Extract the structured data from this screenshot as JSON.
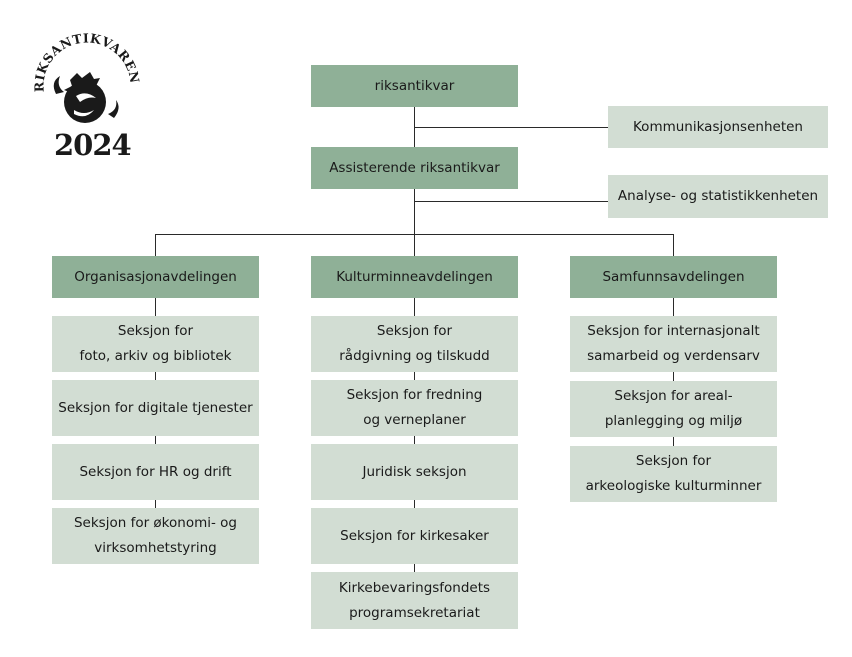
{
  "logo": {
    "wordmark": "RIKSANTIKVAREN",
    "year": "2024",
    "emblem": "lion-emblem-icon"
  },
  "org": {
    "top": "riksantikvar",
    "assistant": "Assisterende riksantikvar",
    "staff": [
      "Kommunikasjonsenheten",
      "Analyse- og statistikkenheten"
    ],
    "departments": [
      {
        "name": "Organisasjonavdelingen",
        "sections": [
          "Seksjon for\nfoto, arkiv og bibliotek",
          "Seksjon for digitale tjenester",
          "Seksjon for HR og drift",
          "Seksjon for økonomi- og\nvirksomhetstyring"
        ]
      },
      {
        "name": "Kulturminneavdelingen",
        "sections": [
          "Seksjon for\nrådgivning og tilskudd",
          "Seksjon for fredning\nog verneplaner",
          "Juridisk seksjon",
          "Seksjon for kirkesaker",
          "Kirkebevaringsfondets\nprogramsekretariat"
        ]
      },
      {
        "name": "Samfunnsavdelingen",
        "sections": [
          "Seksjon for internasjonalt\nsamarbeid og verdensarv",
          "Seksjon for areal-\nplanlegging og miljø",
          "Seksjon for\narkeologiske kulturminner"
        ]
      }
    ]
  },
  "colors": {
    "dark_box": "#8fb097",
    "light_box": "#d2ddd3",
    "line": "#2a2a2a"
  }
}
